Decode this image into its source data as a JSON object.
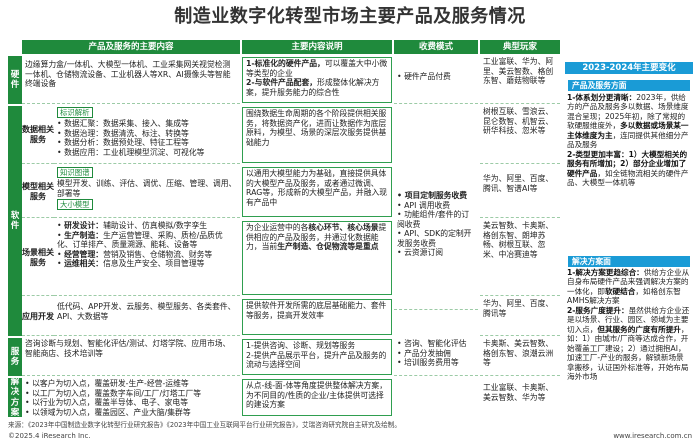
{
  "title": "制造业数字化转型市场主要产品及服务情况",
  "headers": {
    "h1": "产品及服务的主要内容",
    "h2": "主要内容说明",
    "h3": "收费模式",
    "h4": "典型玩家"
  },
  "groups": {
    "hardware": "硬件",
    "software": "软件",
    "service": "服务",
    "solution": "解决方案"
  },
  "rows": {
    "hw": {
      "content": "边缘算力盒/一体机、大模型一体机、工业采集网关视觉检测一体机、仓储物流设备、工业机器人等XR、AI摄像头等智能终端设备",
      "desc_bold": "1-标准化的硬件产品，",
      "desc_rest": "可以覆盖大中小微等类型的企业",
      "desc_bold2": "2-与软件产品配套，",
      "desc_rest2": "形成整体化解决方案，提升服务能力的综合性",
      "fee": "• 硬件产品付费",
      "players": "工业富联、华为、阿里、美云智数、格创东智、蘑菇物联等"
    },
    "data": {
      "label": "数据相关服务",
      "tag": "标识解析",
      "items": [
        "数据汇聚：数据采集、接入、集成等",
        "数据治理：数据清洗、标注、转换等",
        "数据分析：数据预处理、特征工程等",
        "数据应用：工业机理模型沉淀、可视化等"
      ],
      "desc": "围绕数据生命周期的各个阶段提供相关服务，将数据资产化，进而让数据作为底层原料，为模型、场景的深层次服务提供基础能力",
      "players": "树根互联、雪浪云、昆仑数智、机智云、研华科技、忽米等"
    },
    "model": {
      "label": "模型相关服务",
      "tag1": "知识图谱",
      "tag2": "大小模型",
      "text": "模型开发、训练、评估、调优、压缩、管理、调用、部署等",
      "desc": "以通用大模型能力为基础，直接提供具体的大模型产品及服务，或者通过微调、RAG等，形成新的大模型产品，并融入现有产品中",
      "players": "华为、阿里、百度、腾讯、智谱AI等"
    },
    "scene": {
      "label": "场景相关服务",
      "items": [
        {
          "k": "研发设计：",
          "v": "辅助设计、仿真模拟/数字孪生"
        },
        {
          "k": "生产制造：",
          "v": "生产运营管理、采购、质检/品质优化、订单排产、质量溯源、能耗、设备等"
        },
        {
          "k": "经营管理：",
          "v": "营销及销售、仓储物流、财务等"
        },
        {
          "k": "运维相关：",
          "v": "信息及生产安全、项目管理等"
        }
      ],
      "desc_a": "为企业运营中的各",
      "desc_b": "核心环节、核心场景",
      "desc_c": "提供相应的产品及服务，并通过化数据能力，当前",
      "desc_d": "生产制造、仓促物流等是重点",
      "players": "美云智数、卡奥斯、格创东智、朗坤苏畅、树根互联、忽米、中冶赛迪等"
    },
    "app": {
      "label": "应用开发",
      "text": "低代码、APP开发、云服务、模型服务、各类套件、API、大数据等",
      "desc": "提供软件开发所需的底层基础能力、套件等服务，提高开发效率",
      "players": "华为、阿里、百度、腾讯等"
    },
    "svc": {
      "content": "咨询诊断与规划、智能化评估/测试、灯塔学院、应用市场、智能商店、技术培训等",
      "desc": "1-提供咨询、诊断、规划等服务\n2-提供产品展示平台，提升产品及服务的流动与选择空间",
      "fee": "• 咨询、智能化评估\n• 产品分发抽佣\n• 培训服务费用等",
      "players": "卡奥斯、美云智数、格创东智、浪潮云洲等"
    },
    "sol": {
      "content": [
        "以客户为切入点，覆盖研发-生产-经营-运维等",
        "以工厂为切入点，覆盖数字车间/工厂/灯塔工厂等",
        "以行业为切入点，覆盖半导体、电子、家电等",
        "以领域为切入点，覆盖园区、产业大脑/集群等"
      ],
      "desc": "从点-线-面-体等角度提供整体解决方案，为不同目的/性质的企业/主体提供可选择的建设方案",
      "players": "工业富联、卡奥斯、美云智数、华为等"
    },
    "software_fee": {
      "bold": "项目定制服务收费",
      "items": [
        "API 调用收费",
        "功能组件/套件的订阅收费",
        "API、SDK的定制开发服务收费",
        "云资源订阅"
      ]
    }
  },
  "right": {
    "title": "2023-2024年主要变化",
    "s1": "产品及服务方面",
    "p1_head": "1-体系划分更清晰：",
    "p1_a": "2023年，供给方的产品及服务多以数据、场景维度混合呈现；2025年初，除了常规的软硬服维度外，",
    "p1_b": "多以数据或场景某一主体维度为主",
    "p1_c": "，连同提供其他细分产品及服务",
    "p2_head": "2-类型更加丰富：",
    "p2_b1": "1）大模型相关的服务有所增加；",
    "p2_b2": "2）部分企业增加了硬件产品",
    "p2_c": "，如全链物流相关的硬件产品、大模型一体机等",
    "s2": "解决方案面",
    "p3_head": "1-解决方案更趋综合：",
    "p3_a": "供给方企业从自身布局硬件产品来强调解决方案的一体化，即",
    "p3_b": "软硬结合",
    "p3_c": "，如格创东智AMHS解决方案",
    "p4_head": "2-服务广度提升：",
    "p4_a": "虽然供给方企业还是以场景、行业、园区、领域为主要切入点，",
    "p4_b": "但其服务的广度有所提升",
    "p4_c": "，如：1）由城市/厂商等达成合作，开始覆盖工厂建设；2）通过拥抱AI，加速工厂-产业的服务，解锁新场景拿搬移，认证国外标准等，开始布局海外市场"
  },
  "footer": "来源：《2023年中国制造业数字化转型行业研究报告》《2023年中国工业互联网平台行业研究报告》，艾瑞咨询研究院自主研究及绘制。",
  "copyright": "©2025.4 iResearch Inc.",
  "site": "www.iresearch.com.cn"
}
